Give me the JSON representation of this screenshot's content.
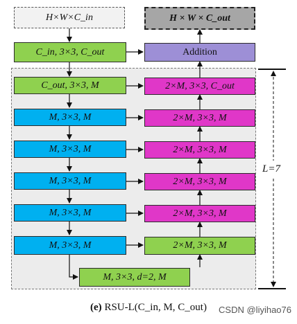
{
  "input": {
    "text": "H×W×C_in"
  },
  "output": {
    "text": "H × W × C_out"
  },
  "conv_in": {
    "text": "C_in, 3×3, C_out"
  },
  "addition": {
    "text": "Addition"
  },
  "encoder": [
    {
      "text": "C_out, 3×3, M"
    },
    {
      "text": "M, 3×3, M"
    },
    {
      "text": "M, 3×3, M"
    },
    {
      "text": "M, 3×3, M"
    },
    {
      "text": "M, 3×3, M"
    },
    {
      "text": "M, 3×3, M"
    }
  ],
  "decoder": [
    {
      "text": "2×M, 3×3, C_out"
    },
    {
      "text": "2×M, 3×3, M"
    },
    {
      "text": "2×M, 3×3, M"
    },
    {
      "text": "2×M, 3×3, M"
    },
    {
      "text": "2×M, 3×3, M"
    },
    {
      "text": "2×M, 3×3, M"
    }
  ],
  "bottleneck": {
    "text": "M, 3×3, d=2, M"
  },
  "depth_label": "L=7",
  "caption": {
    "prefix": "(e)",
    "name": "RSU-L(C_in, M, C_out)"
  },
  "watermark": "CSDN @liyihao76",
  "colors": {
    "green": "#8fd14f",
    "cyan": "#00b0f0",
    "magenta": "#e037c8",
    "purple": "#9d8fd6",
    "panel": "#ececec"
  }
}
